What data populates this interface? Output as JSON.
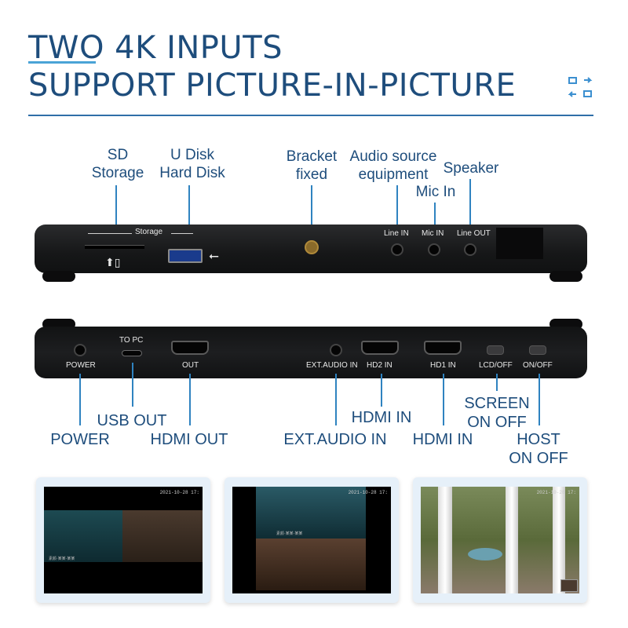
{
  "headline": {
    "line1": "TWO 4K INPUTS",
    "line2": "SUPPORT PICTURE-IN-PICTURE"
  },
  "top_labels": {
    "sd_storage": "SD\nStorage",
    "udisk": "U Disk\nHard Disk",
    "bracket": "Bracket\nfixed",
    "audio_source": "Audio source\nequipment",
    "speaker": "Speaker",
    "mic_in": "Mic In"
  },
  "top_port_labels": {
    "storage": "Storage",
    "line_in": "Line IN",
    "mic_in": "Mic IN",
    "line_out": "Line OUT"
  },
  "bottom_port_labels": {
    "power": "POWER",
    "to_pc": "TO PC",
    "out": "OUT",
    "ext_audio": "EXT.AUDIO IN",
    "hd2": "HD2 IN",
    "hd1": "HD1 IN",
    "lcd_off": "LCD/OFF",
    "on_off": "ON/OFF"
  },
  "bottom_labels": {
    "usb_out": "USB OUT",
    "power": "POWER",
    "hdmi_out": "HDMI OUT",
    "hdmi_in_1": "HDMI IN",
    "ext_audio": "EXT.AUDIO IN",
    "hdmi_in_2": "HDMI IN",
    "screen_on_off": "SCREEN\nON OFF",
    "host_on_off": "HOST\nON OFF"
  },
  "thumbnails": [
    {
      "timestamp": "2021-10-28 17:",
      "caption": "素颜·某某·某某"
    },
    {
      "timestamp": "2021-10-28 17:",
      "caption": "素颜·某某·某某"
    },
    {
      "timestamp": "2021-10-28 17:"
    }
  ],
  "colors": {
    "accent": "#1e4d7c",
    "line": "#2f83c0",
    "device": "#1c1d1f"
  }
}
